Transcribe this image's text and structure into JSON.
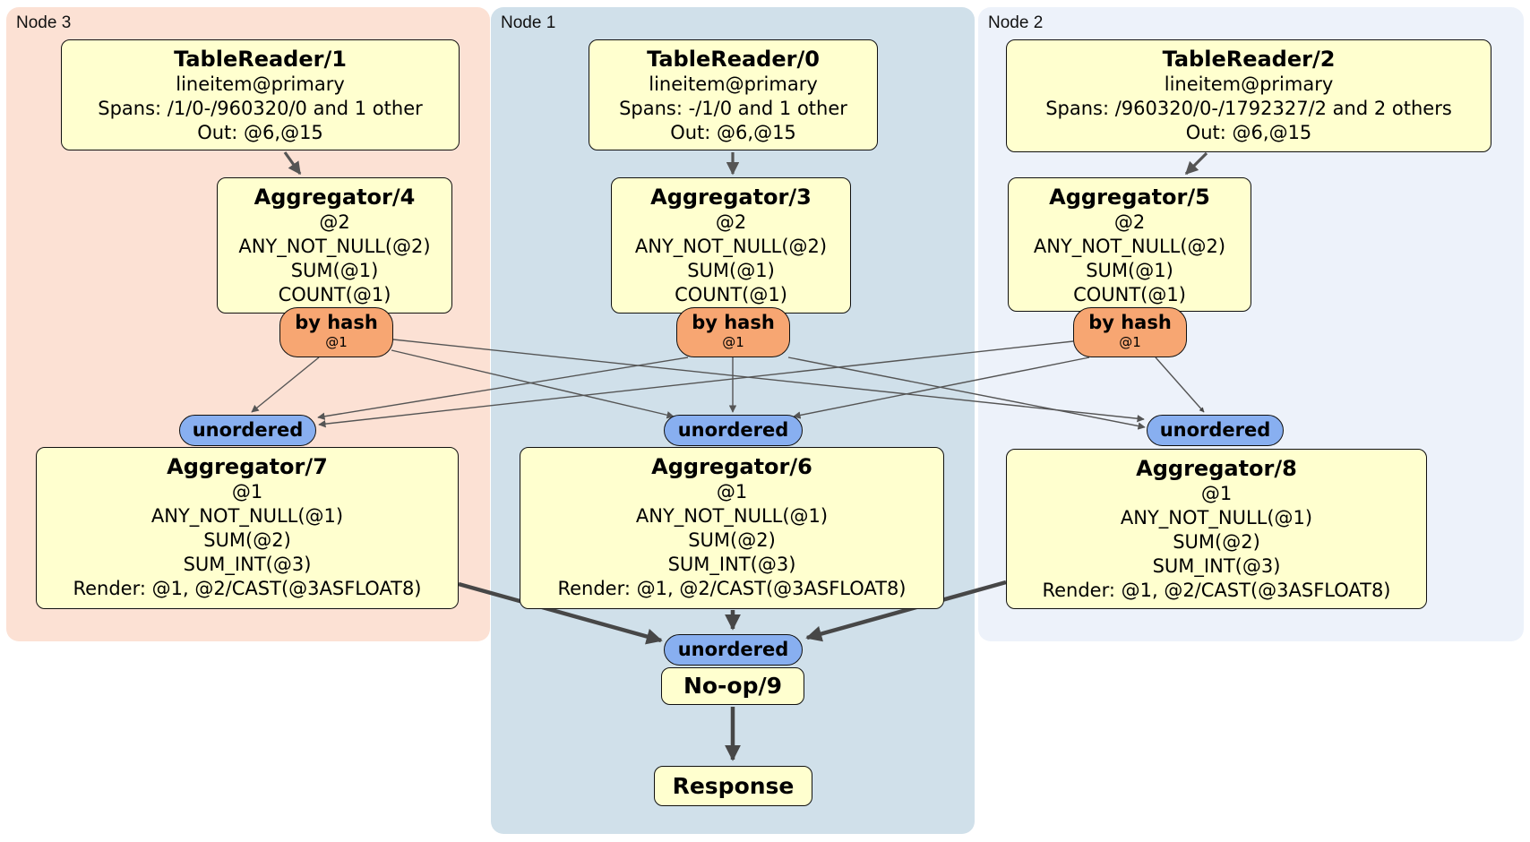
{
  "diagram": {
    "node_groups": [
      {
        "label": "Node 3"
      },
      {
        "label": "Node 1"
      },
      {
        "label": "Node 2"
      }
    ],
    "processors": {
      "tr1": {
        "title": "TableReader/1",
        "lines": [
          "lineitem@primary",
          "Spans: /1/0-/960320/0 and 1 other",
          "Out: @6,@15"
        ]
      },
      "tr0": {
        "title": "TableReader/0",
        "lines": [
          "lineitem@primary",
          "Spans: -/1/0 and 1 other",
          "Out: @6,@15"
        ]
      },
      "tr2": {
        "title": "TableReader/2",
        "lines": [
          "lineitem@primary",
          "Spans: /960320/0-/1792327/2 and 2 others",
          "Out: @6,@15"
        ]
      },
      "agg4": {
        "title": "Aggregator/4",
        "lines": [
          "@2",
          "ANY_NOT_NULL(@2)",
          "SUM(@1)",
          "COUNT(@1)"
        ]
      },
      "agg3": {
        "title": "Aggregator/3",
        "lines": [
          "@2",
          "ANY_NOT_NULL(@2)",
          "SUM(@1)",
          "COUNT(@1)"
        ]
      },
      "agg5": {
        "title": "Aggregator/5",
        "lines": [
          "@2",
          "ANY_NOT_NULL(@2)",
          "SUM(@1)",
          "COUNT(@1)"
        ]
      },
      "agg7": {
        "title": "Aggregator/7",
        "lines": [
          "@1",
          "ANY_NOT_NULL(@1)",
          "SUM(@2)",
          "SUM_INT(@3)",
          "Render: @1, @2/CAST(@3ASFLOAT8)"
        ]
      },
      "agg6": {
        "title": "Aggregator/6",
        "lines": [
          "@1",
          "ANY_NOT_NULL(@1)",
          "SUM(@2)",
          "SUM_INT(@3)",
          "Render: @1, @2/CAST(@3ASFLOAT8)"
        ]
      },
      "agg8": {
        "title": "Aggregator/8",
        "lines": [
          "@1",
          "ANY_NOT_NULL(@1)",
          "SUM(@2)",
          "SUM_INT(@3)",
          "Render: @1, @2/CAST(@3ASFLOAT8)"
        ]
      },
      "noop9": {
        "title": "No-op/9"
      },
      "response": {
        "title": "Response"
      }
    },
    "routers": {
      "by_hash": {
        "label": "by hash",
        "key": "@1"
      },
      "unordered": {
        "label": "unordered"
      }
    },
    "edges": [
      {
        "from": "TableReader/1",
        "to": "Aggregator/4"
      },
      {
        "from": "TableReader/0",
        "to": "Aggregator/3"
      },
      {
        "from": "TableReader/2",
        "to": "Aggregator/5"
      },
      {
        "from": "Aggregator/4 by hash",
        "to": "unordered Node 3"
      },
      {
        "from": "Aggregator/4 by hash",
        "to": "unordered Node 1"
      },
      {
        "from": "Aggregator/4 by hash",
        "to": "unordered Node 2"
      },
      {
        "from": "Aggregator/3 by hash",
        "to": "unordered Node 3"
      },
      {
        "from": "Aggregator/3 by hash",
        "to": "unordered Node 1"
      },
      {
        "from": "Aggregator/3 by hash",
        "to": "unordered Node 2"
      },
      {
        "from": "Aggregator/5 by hash",
        "to": "unordered Node 3"
      },
      {
        "from": "Aggregator/5 by hash",
        "to": "unordered Node 1"
      },
      {
        "from": "Aggregator/5 by hash",
        "to": "unordered Node 2"
      },
      {
        "from": "Aggregator/7",
        "to": "unordered No-op/9"
      },
      {
        "from": "Aggregator/6",
        "to": "unordered No-op/9"
      },
      {
        "from": "Aggregator/8",
        "to": "unordered No-op/9"
      },
      {
        "from": "No-op/9",
        "to": "Response"
      }
    ],
    "colors": {
      "node3_bg": "#fce1d4",
      "node1_bg": "#d0e0ea",
      "node2_bg": "#edf2fa",
      "box_fill": "#ffffcf",
      "box_border": "#101010",
      "by_hash_fill": "#f7a672",
      "unordered_fill": "#88aff0",
      "edge": "#555555",
      "thick_edge": "#474747"
    }
  }
}
